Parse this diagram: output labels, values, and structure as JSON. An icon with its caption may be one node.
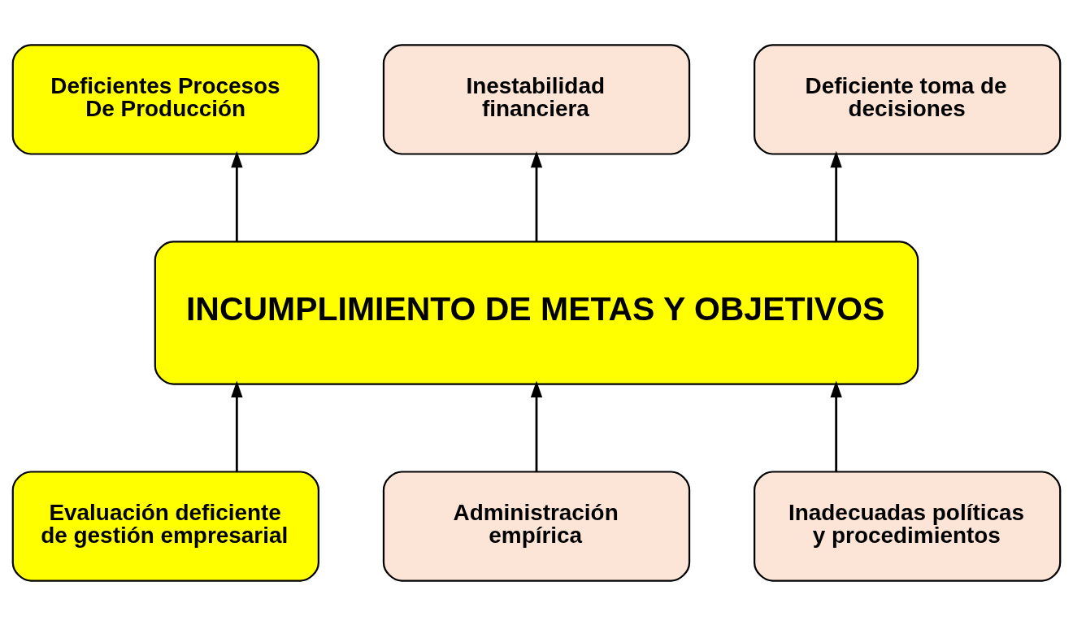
{
  "diagram": {
    "nodes": [
      {
        "text": [
          "Deficientes Procesos De Producción"
        ]
      },
      {
        "text": [
          "Inestabilidad financiera"
        ]
      },
      {
        "text": [
          "Deficiente toma de decisiones"
        ]
      },
      {
        "text": [
          "INCUMPLIMIENTO DE METAS Y OBJETIVOS"
        ]
      },
      {
        "text": [
          "Evaluación deficiente de gestión empresarial"
        ]
      },
      {
        "text": [
          "Administración empírica"
        ]
      },
      {
        "text": [
          "Inadecuadas políticas y procedimientos"
        ]
      }
    ],
    "edges": [
      {
        "from": 3,
        "to": 0,
        "arrow": "to"
      },
      {
        "from": 3,
        "to": 1,
        "arrow": "to"
      },
      {
        "from": 3,
        "to": 2,
        "arrow": "to"
      },
      {
        "from": 4,
        "to": 3,
        "arrow": "to"
      },
      {
        "from": 5,
        "to": 3,
        "arrow": "to"
      },
      {
        "from": 6,
        "to": 3,
        "arrow": "to"
      }
    ]
  }
}
